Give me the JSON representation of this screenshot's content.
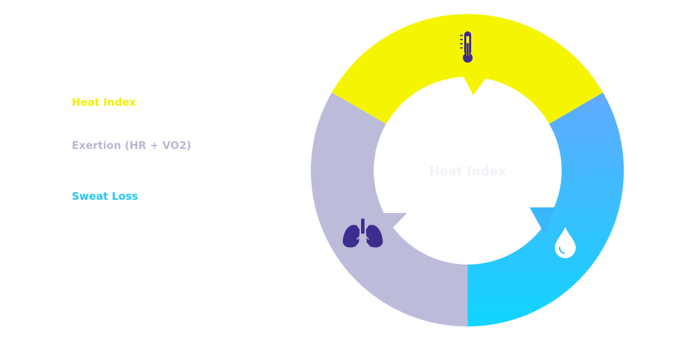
{
  "legend": {
    "items": [
      {
        "key": "heat",
        "label": "Heat Index",
        "color": "#f2f000"
      },
      {
        "key": "exertion",
        "label": "Exertion (HR + VO2)",
        "color": "#b9b7d6"
      },
      {
        "key": "sweat",
        "label": "Sweat Loss",
        "color": "#20c8f5"
      }
    ]
  },
  "diagram": {
    "center_label": "Heat Index",
    "segments": [
      {
        "key": "heat",
        "color": "#f5f500",
        "icon": "thermometer-icon"
      },
      {
        "key": "sweat",
        "color_top": "#62a9ff",
        "color_bottom": "#10d5ff",
        "icon": "water-drop-icon"
      },
      {
        "key": "exertion",
        "color": "#bdbbda",
        "icon": "lungs-icon"
      }
    ],
    "icon_color": "#3d2d8f"
  }
}
